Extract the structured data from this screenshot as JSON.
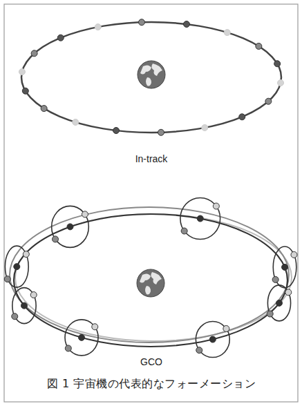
{
  "diagram": {
    "caption": "図 1 宇宙機の代表的なフォーメーション",
    "labels": [
      "In-track",
      "GCO"
    ]
  }
}
